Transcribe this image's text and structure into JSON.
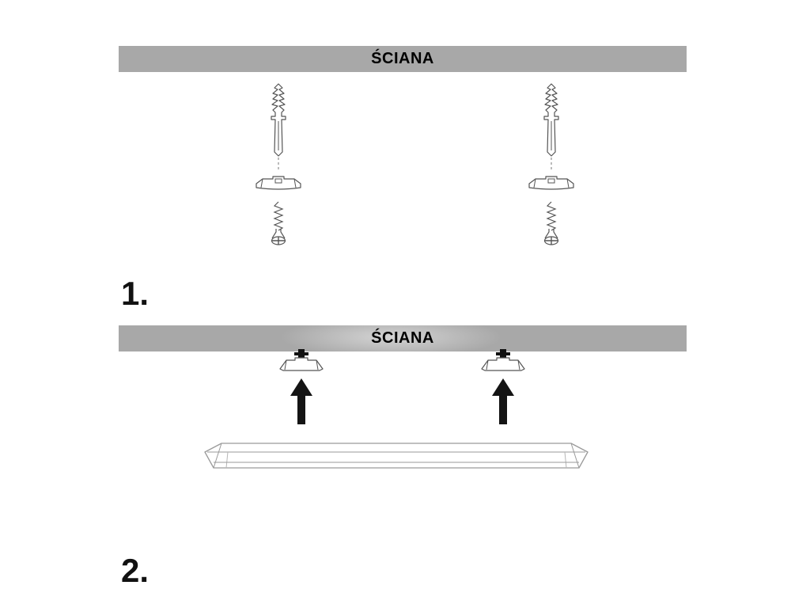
{
  "diagram": {
    "type": "installation-instructions",
    "background_color": "#ffffff",
    "wall_bar_color": "#a8a8a8",
    "line_color": "#555555",
    "arrow_color": "#141414",
    "fixture_line_color": "#9a9a9a",
    "steps": [
      {
        "number": "1.",
        "wall_label": "ŚCIANA",
        "icons": [
          "wall-plug-icon",
          "mounting-clip-icon",
          "screw-icon"
        ],
        "icon_count_each": 2
      },
      {
        "number": "2.",
        "wall_label": "ŚCIANA",
        "icons": [
          "mounted-clip-icon",
          "up-arrow-icon",
          "light-fixture-icon"
        ]
      }
    ]
  }
}
